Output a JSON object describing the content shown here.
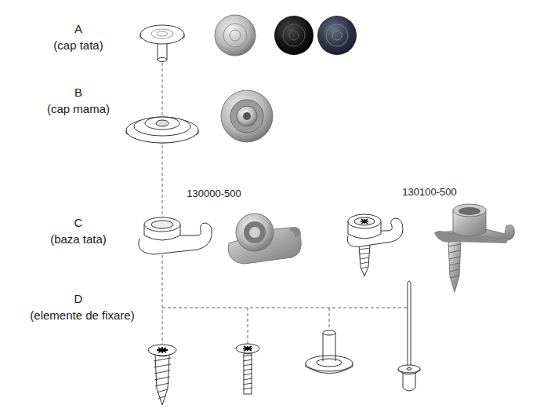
{
  "diagram": {
    "labels": [
      "A",
      "(cap tata)",
      "B",
      "(cap mama)",
      "130000-500",
      "130100-500",
      "C",
      "(baza tata)",
      "D",
      "(elemente de fixare)"
    ]
  }
}
